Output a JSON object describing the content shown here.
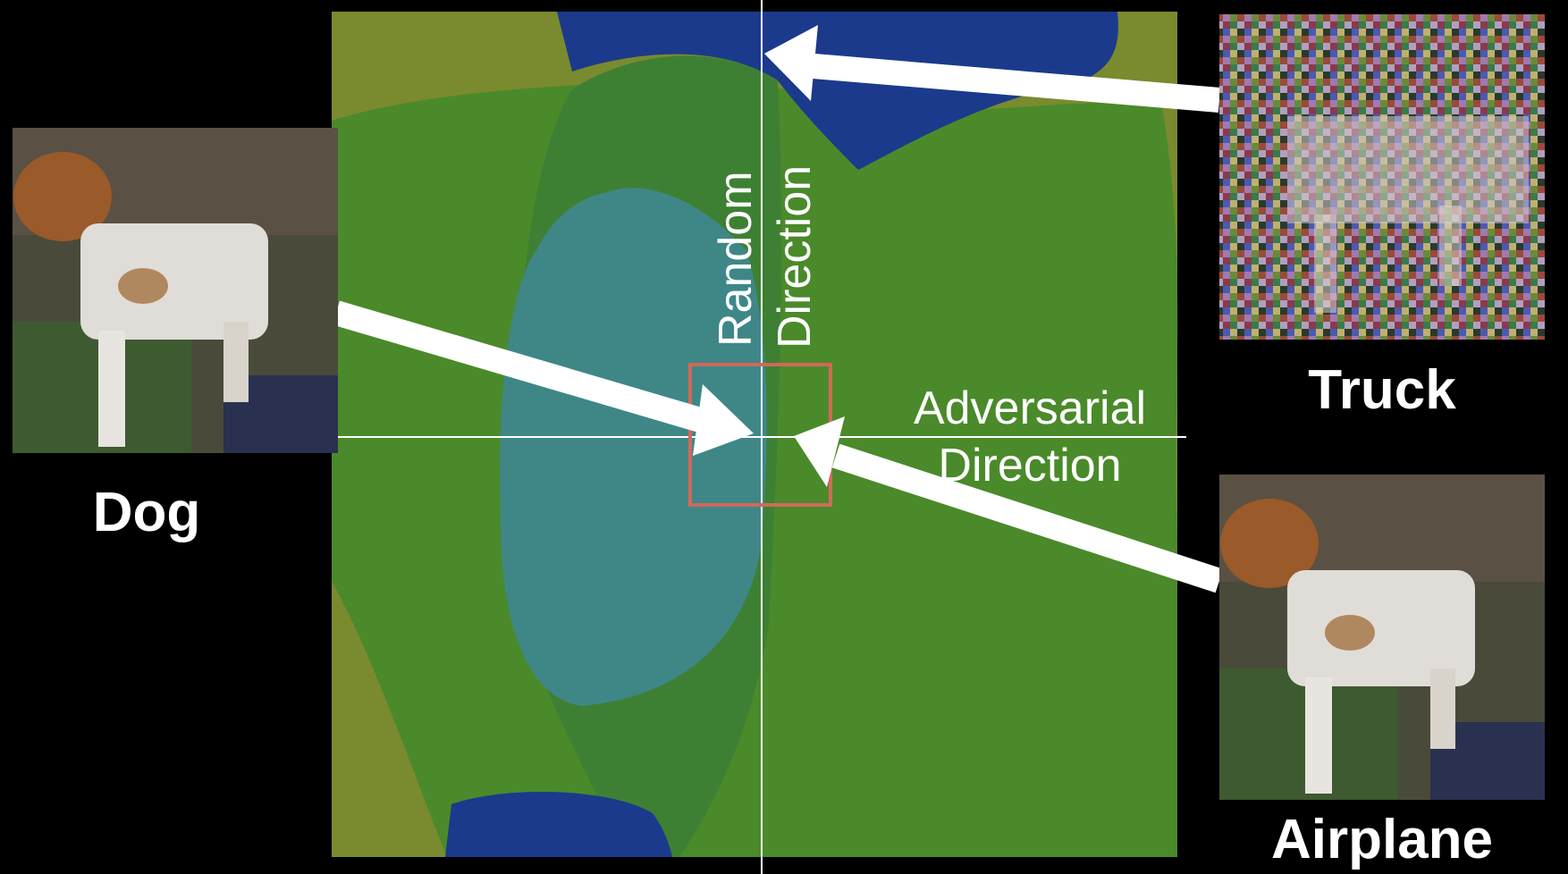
{
  "labels": {
    "dog": "Dog",
    "truck": "Truck",
    "airplane": "Airplane",
    "random_line1": "Random",
    "random_line2": "Direction",
    "adv_line1": "Adversarial",
    "adv_line2": "Direction"
  },
  "colors": {
    "background": "#000000",
    "region_olive": "#7a8a2e",
    "region_green": "#4a8a2a",
    "region_darkgreen": "#3e8033",
    "region_teal": "#3f8787",
    "region_navy": "#1b3a8c",
    "axis": "#ffffff",
    "zoom_box": "#d0695a",
    "arrow": "#ffffff"
  },
  "images": {
    "dog": "dog-thumbnail",
    "truck": "noisy-dog-thumbnail",
    "airplane": "dog-thumbnail"
  }
}
